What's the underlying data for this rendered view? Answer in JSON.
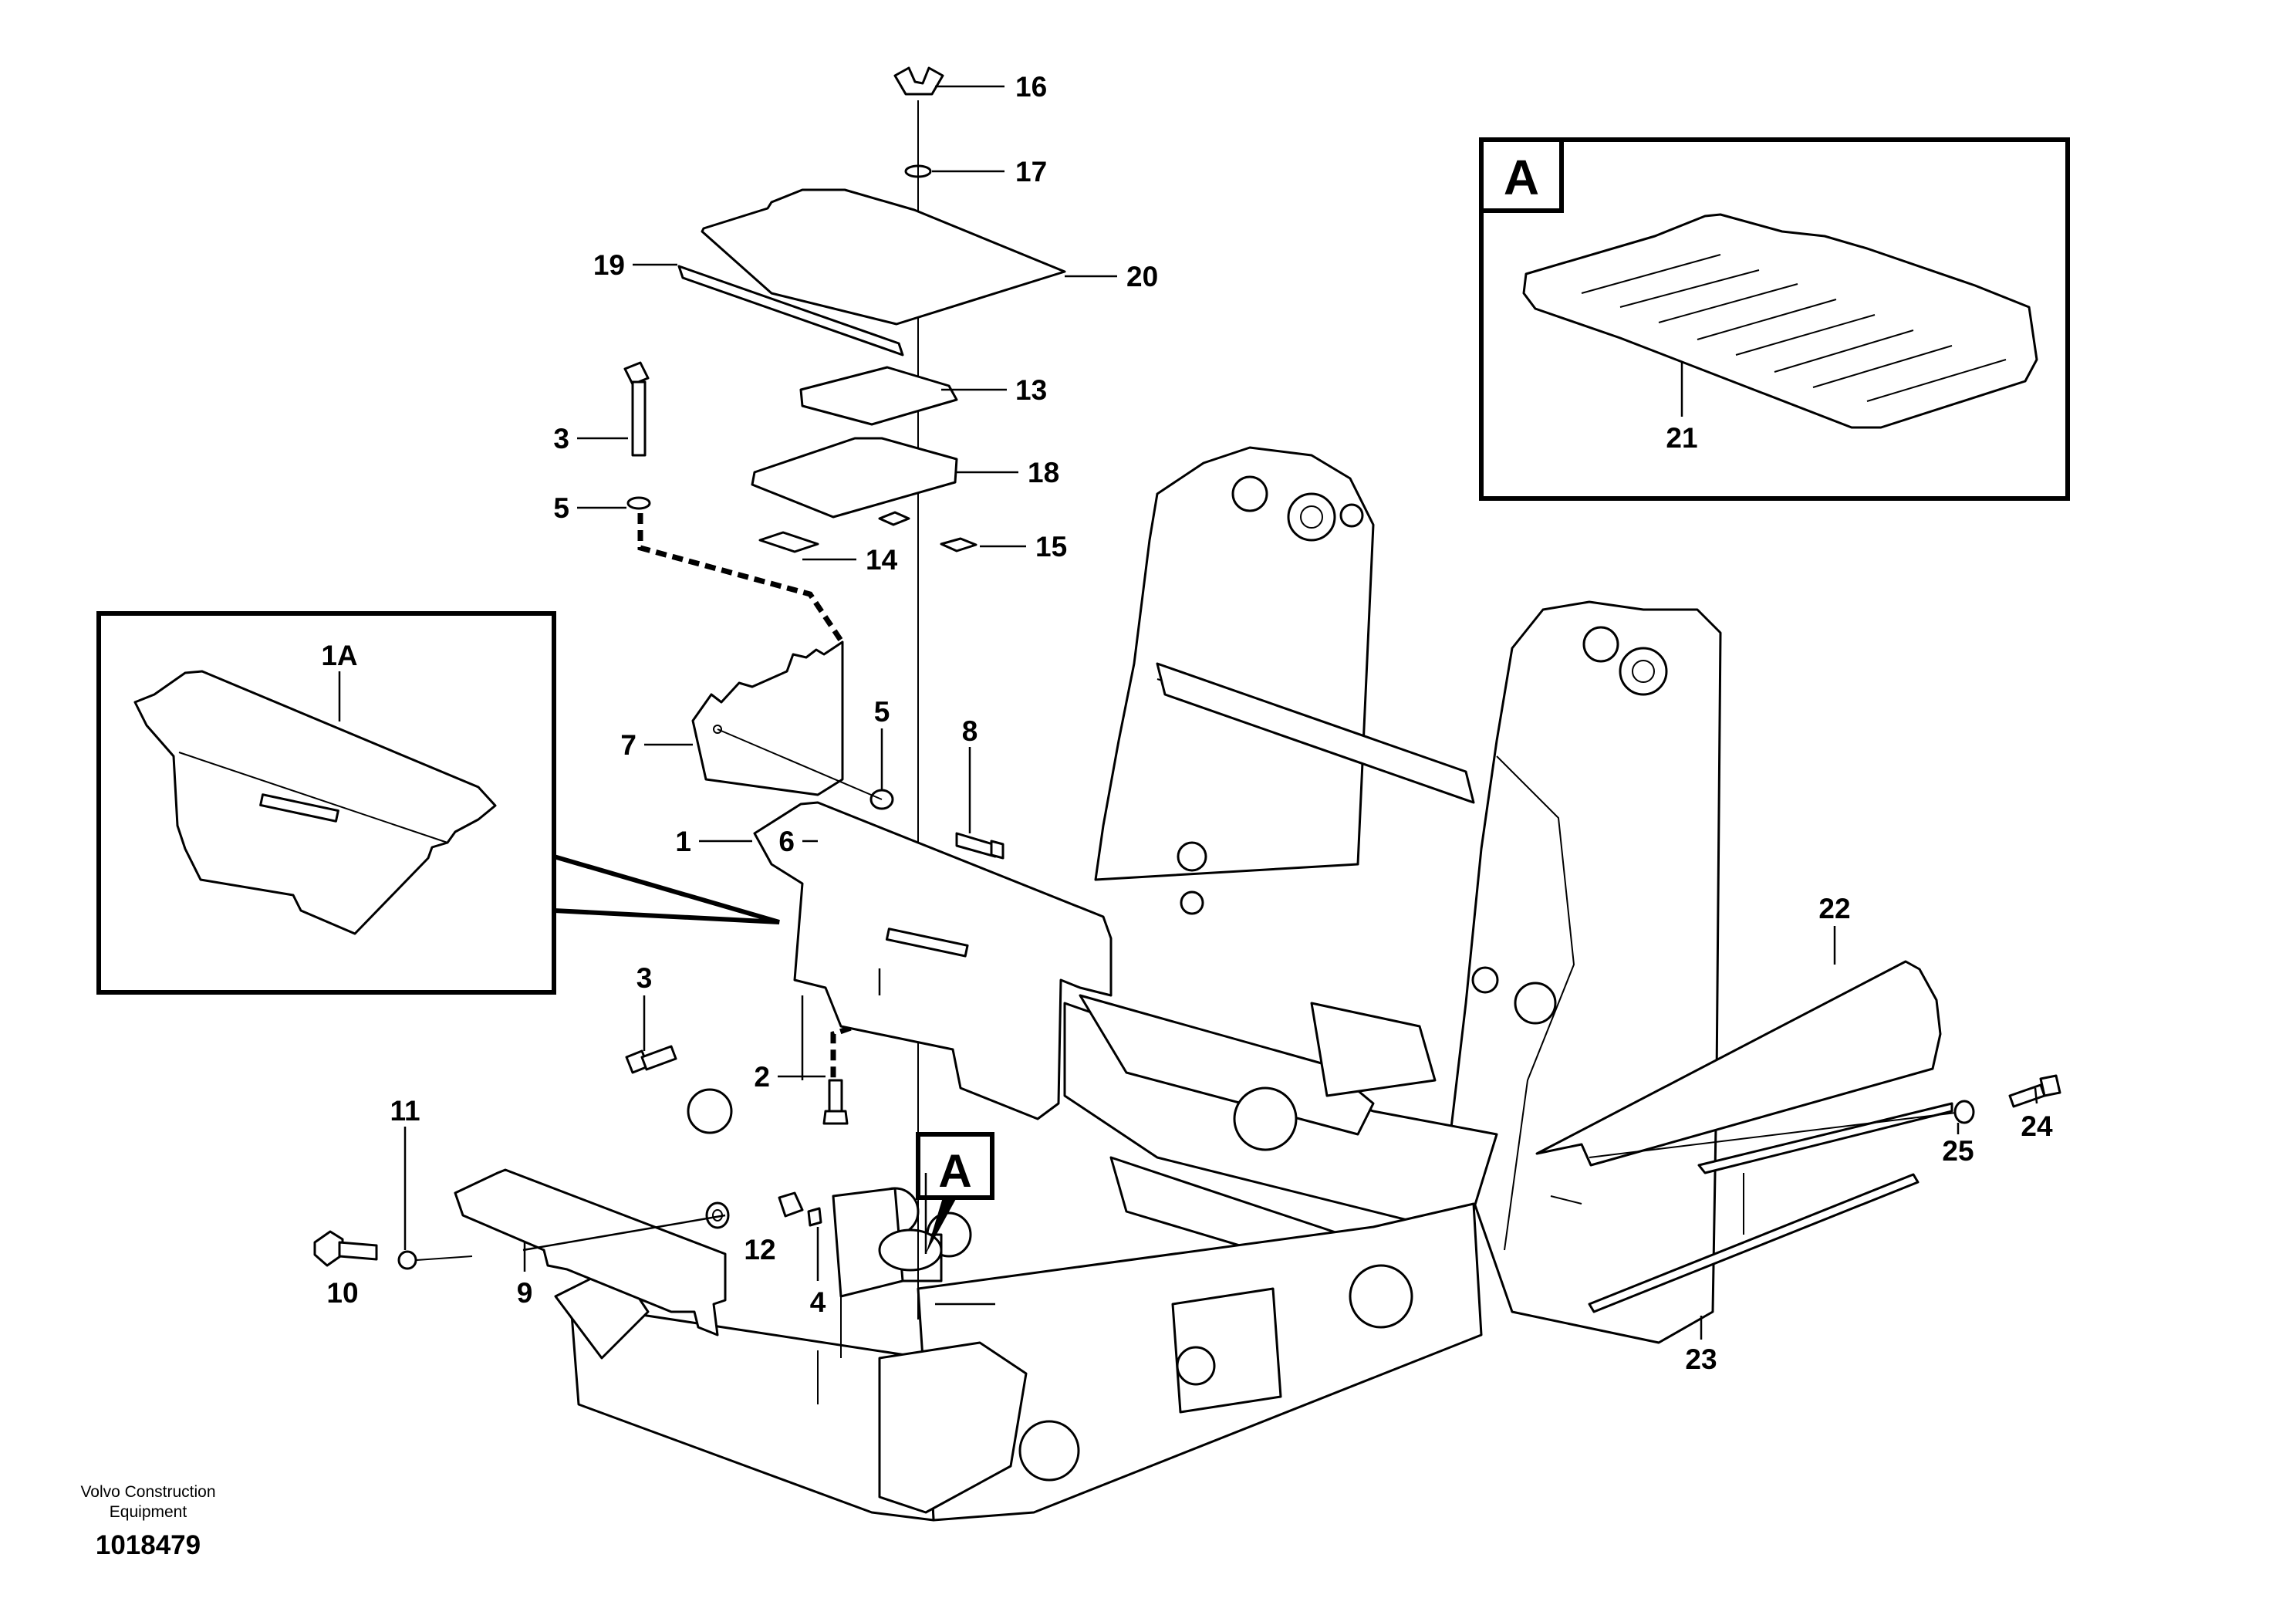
{
  "diagram": {
    "callouts": [
      "16",
      "17",
      "19",
      "20",
      "13",
      "3",
      "18",
      "5",
      "14",
      "15",
      "1A",
      "7",
      "5",
      "8",
      "1",
      "6",
      "3",
      "2",
      "11",
      "10",
      "12",
      "4",
      "9",
      "22",
      "24",
      "25",
      "23",
      "21"
    ],
    "inset_letter": "A",
    "marker_letter": "A",
    "credit_line1": "Volvo Construction",
    "credit_line2": "Equipment",
    "doc_number": "1018479"
  }
}
